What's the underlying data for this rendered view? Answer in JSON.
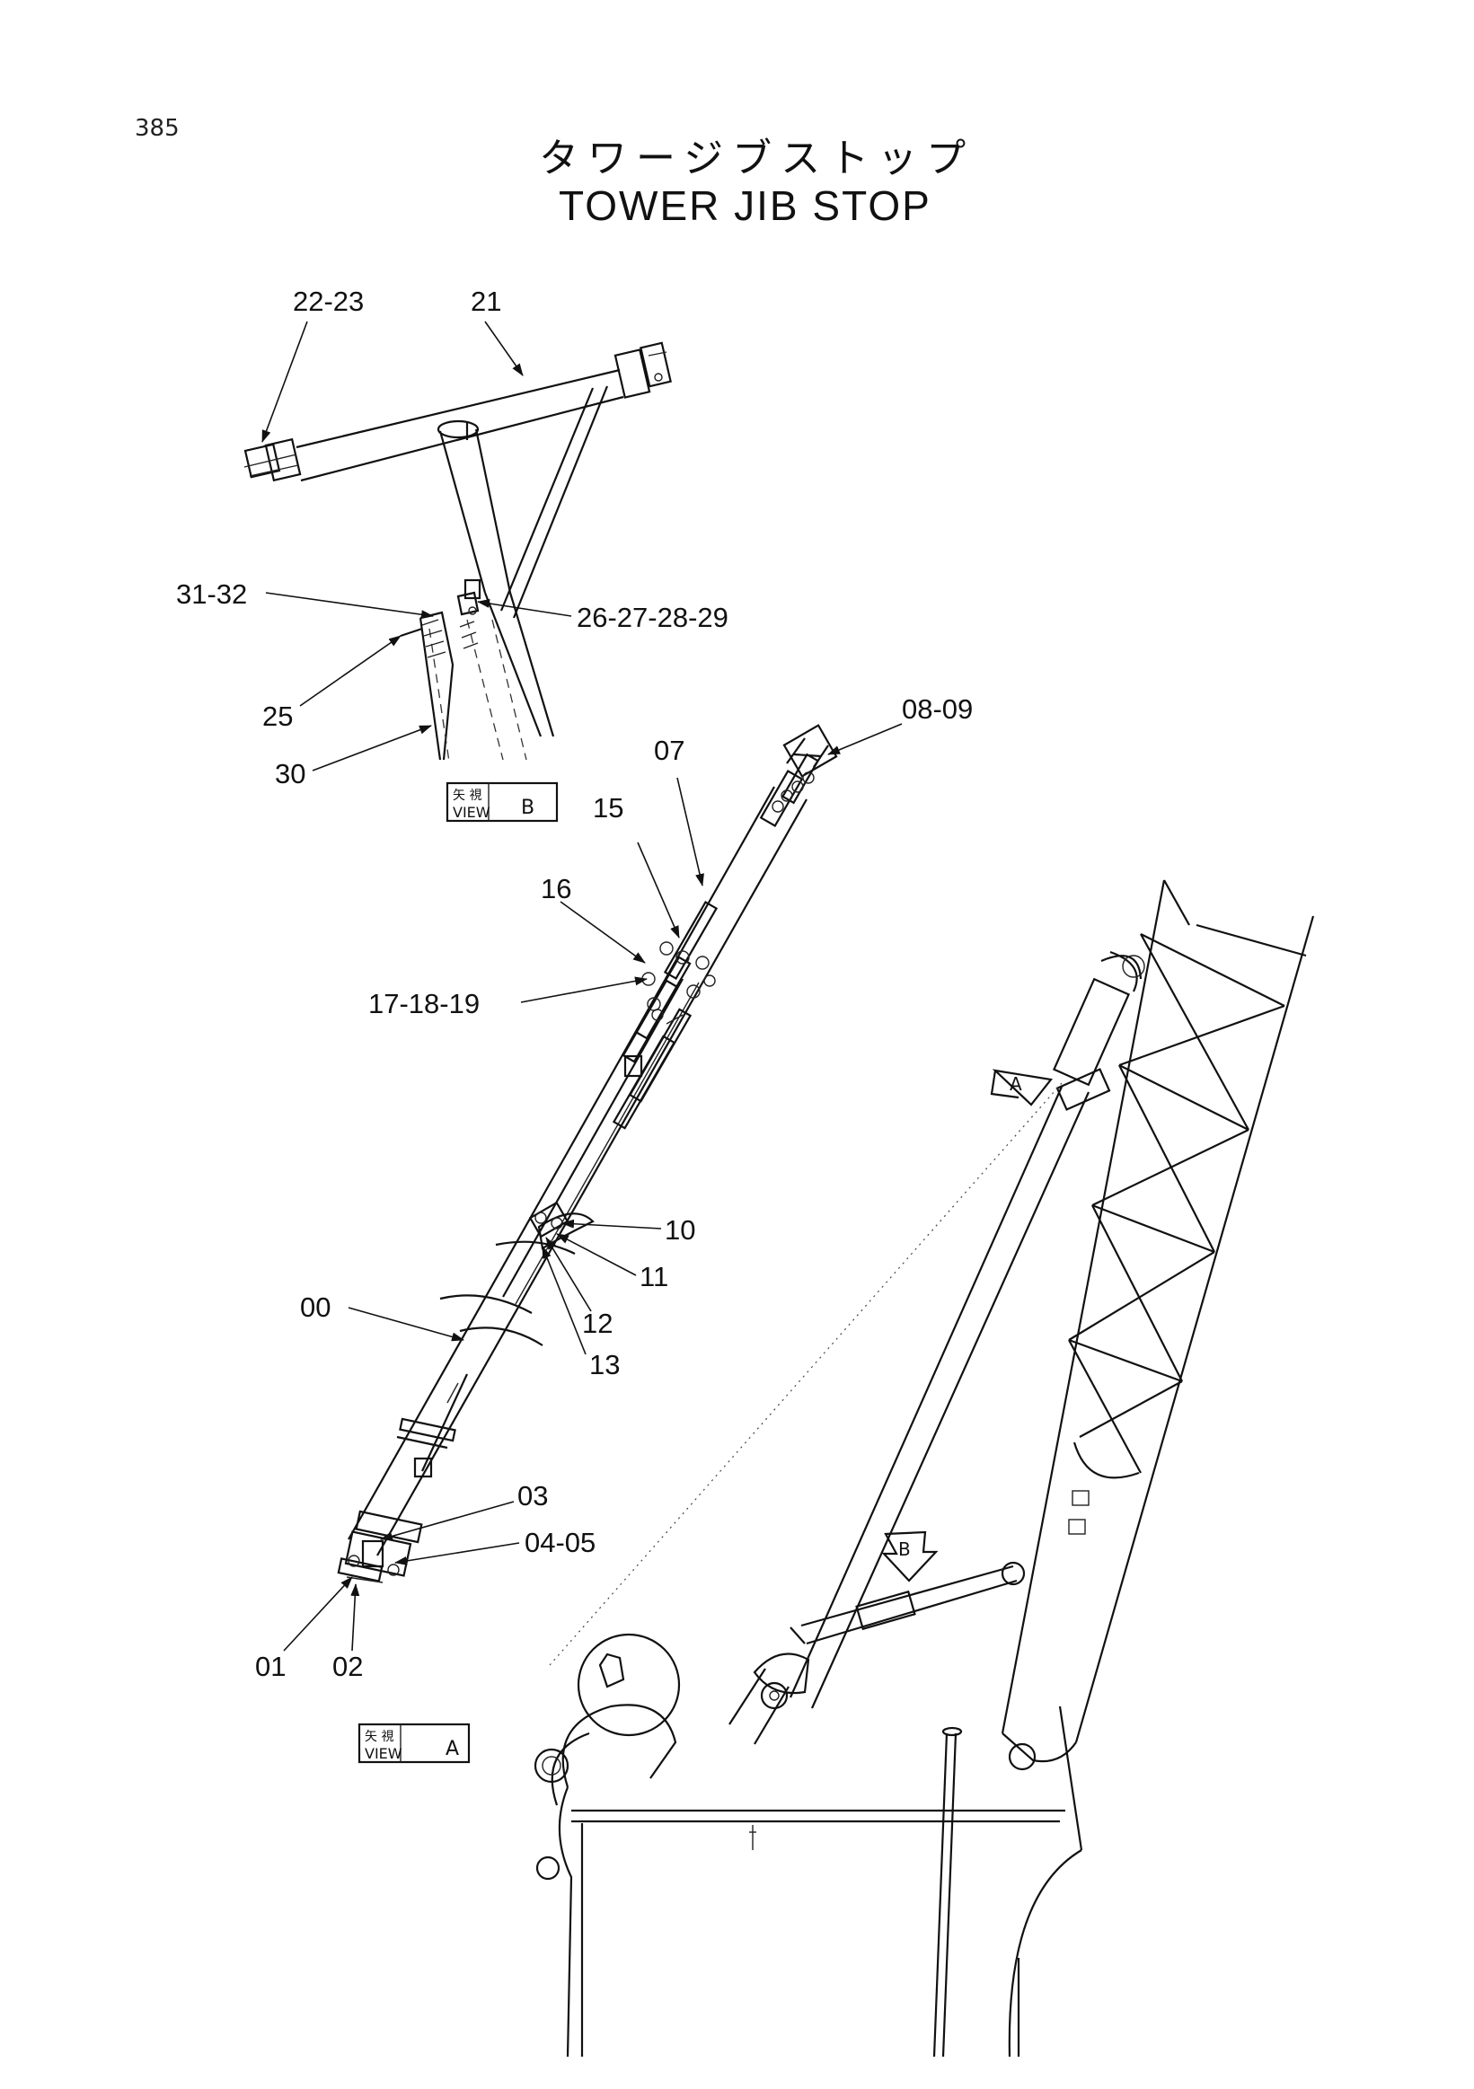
{
  "page_number": "385",
  "title_jp": "タワージブストップ",
  "title_en": "TOWER JIB STOP",
  "views": {
    "view_b": {
      "kanji": "矢 視",
      "label": "VIEW",
      "letter": "B"
    },
    "view_a": {
      "kanji": "矢 視",
      "label": "VIEW",
      "letter": "A"
    }
  },
  "view_arrows": {
    "a": "A",
    "b": "B"
  },
  "part_labels": {
    "p22_23": "22-23",
    "p21": "21",
    "p31_32": "31-32",
    "p26_29": "26-27-28-29",
    "p25": "25",
    "p30": "30",
    "p08_09": "08-09",
    "p07": "07",
    "p15": "15",
    "p16": "16",
    "p17_19": "17-18-19",
    "p10": "10",
    "p11": "11",
    "p12": "12",
    "p13": "13",
    "p00": "00",
    "p03": "03",
    "p04_05": "04-05",
    "p01": "01",
    "p02": "02"
  }
}
